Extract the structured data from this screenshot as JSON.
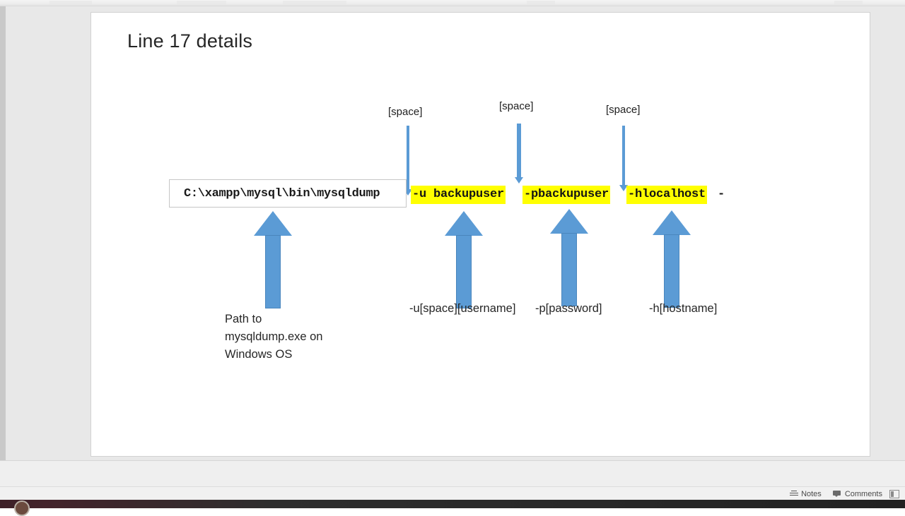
{
  "app": {
    "status_bar": {
      "notes_label": "Notes",
      "comments_label": "Comments"
    }
  },
  "slide": {
    "title": "Line 17 details",
    "command": {
      "path": "C:\\xampp\\mysql\\bin\\mysqldump",
      "segments": [
        {
          "text": "-u backupuser",
          "highlight": "#ffff00"
        },
        {
          "text": "-pbackupuser",
          "highlight": "#ffff00"
        },
        {
          "text": "-hlocalhost",
          "highlight": "#ffff00"
        },
        {
          "text": "-",
          "highlight": "none"
        }
      ]
    },
    "space_callouts": [
      {
        "label": "[space]"
      },
      {
        "label": "[space]"
      },
      {
        "label": "[space]"
      }
    ],
    "descriptions": [
      {
        "text": "Path to\nmysqldump.exe on\nWindows OS"
      },
      {
        "text": "-u[space][username]"
      },
      {
        "text": "-p[password]"
      },
      {
        "text": "-h[hostname]"
      }
    ],
    "colors": {
      "arrow_blue": "#5b9bd5",
      "highlight_yellow": "#ffff00",
      "slide_background": "#ffffff",
      "canvas_background": "#e8e8e8"
    }
  }
}
